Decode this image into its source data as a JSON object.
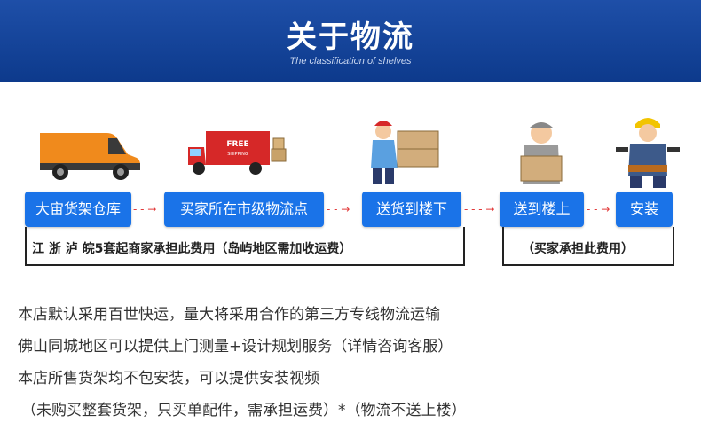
{
  "banner": {
    "title": "关于物流",
    "subtitle": "The classification of shelves"
  },
  "illustrations": {
    "truck_label": "FREE",
    "truck_sub": "SHIPPING"
  },
  "steps": [
    {
      "label": "大宙货架仓库"
    },
    {
      "label": "买家所在市级物流点"
    },
    {
      "label": "送货到楼下"
    },
    {
      "label": "送到楼上"
    },
    {
      "label": "安装"
    }
  ],
  "notes": {
    "left": "江 浙 泸 皖5套起商家承担此费用（岛屿地区需加收运费）",
    "right": "（买家承担此费用）"
  },
  "info_lines": [
    "本店默认采用百世快运，量大将采用合作的第三方专线物流运输",
    "佛山同城地区可以提供上门测量+设计规划服务（详情咨询客服）",
    "本店所售货架均不包安装，可以提供安装视频",
    "（未购买整套货架，只买单配件，需承担运费）*（物流不送上楼）"
  ],
  "colors": {
    "banner": "#0d3a8c",
    "step": "#1a73e8",
    "arrow": "#e23b3b"
  }
}
